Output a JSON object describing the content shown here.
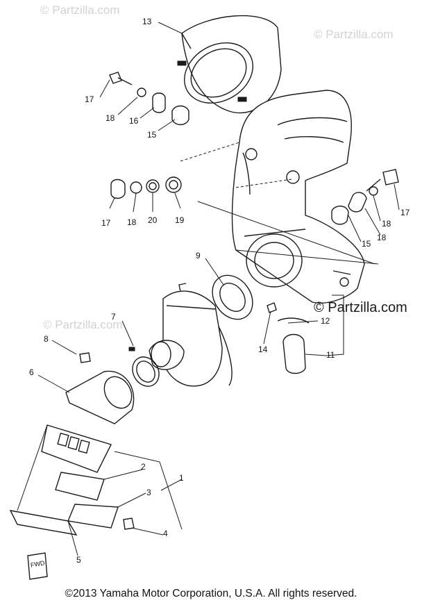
{
  "watermarks": [
    "© Partzilla.com",
    "© Partzilla.com",
    "© Partzilla.com",
    "© Partzilla.com"
  ],
  "callouts": [
    "13",
    "17",
    "18",
    "16",
    "15",
    "17",
    "18",
    "20",
    "19",
    "17",
    "18",
    "15",
    "18",
    "9",
    "7",
    "8",
    "6",
    "12",
    "14",
    "11",
    "2",
    "3",
    "1",
    "4",
    "5"
  ],
  "fwd_label": "FWD",
  "copyright": "©2013 Yamaha Motor Corporation, U.S.A. All rights reserved."
}
